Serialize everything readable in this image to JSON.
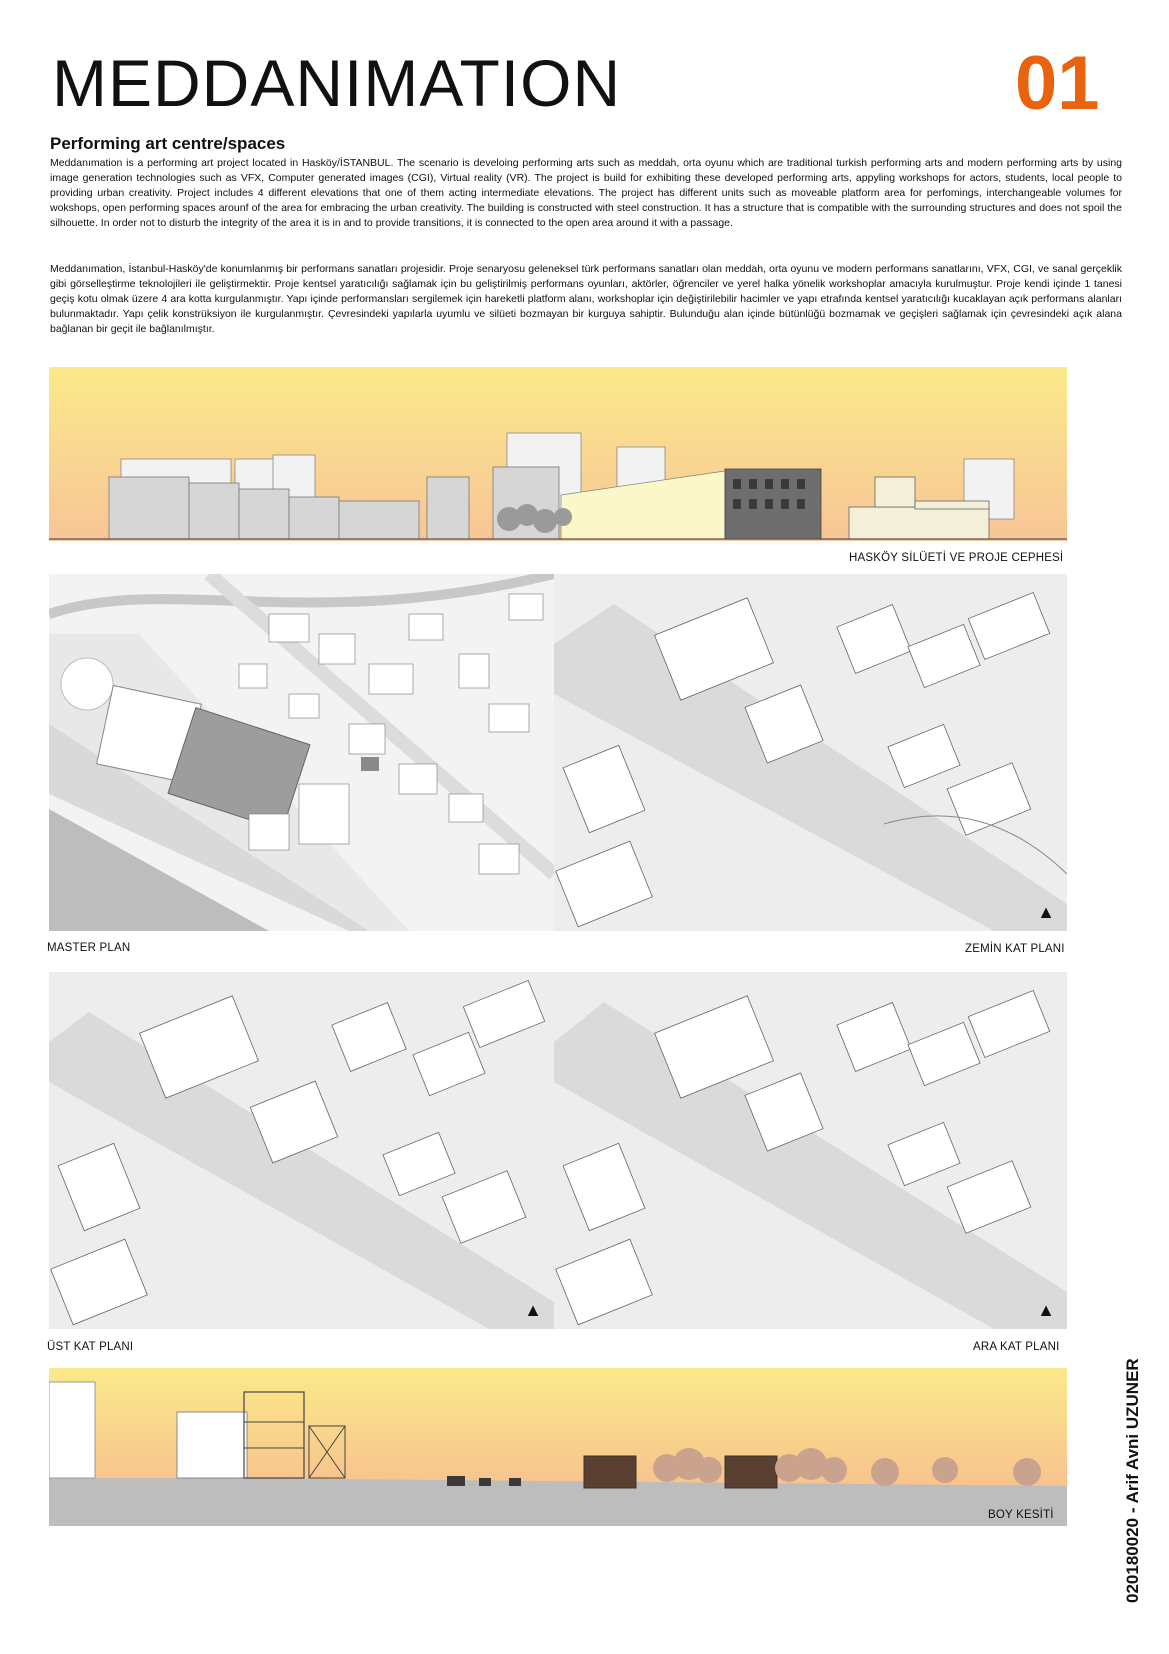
{
  "header": {
    "title": "MEDDANIMATION",
    "sheet_number": "01",
    "accent_color": "#e8620f"
  },
  "intro": {
    "subtitle": "Performing art centre/spaces",
    "paragraph_en": "Meddanımation is a performing art project located in Hasköy/İSTANBUL. The scenario is develoing performing arts such as meddah, orta oyunu which are traditional turkish performing arts and modern performing arts by using image generation technologies such as VFX, Computer generated images (CGI), Virtual reality (VR). The project is build for exhibiting these developed performing arts, appyling workshops for actors, students, local people to providing urban creativity. Project includes 4 different elevations that one of them acting intermediate elevations. The project has different units such as moveable platform area for perfomings, interchangeable volumes for wokshops, open performing spaces arounf of the area for embracing the urban creativity. The building is constructed with steel construction. It has a structure that is compatible with the surrounding structures and does not spoil the silhouette. In order not to disturb the integrity of the area it is in and to provide transitions, it is connected to the open area around it with a passage.",
    "paragraph_tr": "Meddanımation, İstanbul-Hasköy'de konumlanmış bir performans sanatları projesidir. Proje senaryosu geleneksel türk performans sanatları olan meddah, orta oyunu ve modern  performans sanatlarını, VFX, CGI, ve sanal gerçeklik gibi görselleştirme teknolojileri ile geliştirmektir. Proje kentsel yaratıcılığı sağlamak için bu geliştirilmiş performans oyunları, aktörler, öğrenciler ve yerel halka yönelik workshoplar amacıyla kurulmuştur. Proje kendi içinde 1 tanesi geçiş kotu olmak üzere 4 ara kotta kurgulanmıştır. Yapı içinde performansları sergilemek için hareketli platform alanı, workshoplar için değiştirilebilir hacimler ve yapı etrafında kentsel yaratıcılığı kucaklayan açık performans alanları bulunmaktadır. Yapı çelik konstrüksiyon ile kurgulanmıştır. Çevresindeki yapılarla uyumlu ve silüeti bozmayan bir kurguya sahiptir. Bulunduğu alan içinde bütünlüğü bozmamak ve geçişleri sağlamak için çevresindeki açık alana bağlanan bir geçit ile bağlanılmıştır."
  },
  "drawings": {
    "elevation_caption": "HASKÖY SİLÜETİ VE PROJE CEPHESİ",
    "master_plan_caption": "MASTER PLAN",
    "ground_floor_caption": "ZEMİN KAT PLANI",
    "upper_floor_caption": "ÜST KAT PLANI",
    "mezzanine_caption": "ARA KAT PLANI",
    "section_caption": "BOY KESİTİ",
    "north_arrow_icon": "north-arrow-icon",
    "sky_gradient": [
      "#fbe98a",
      "#f7c496"
    ]
  },
  "footer": {
    "author": "020180020 - Arif Avni UZUNER"
  }
}
